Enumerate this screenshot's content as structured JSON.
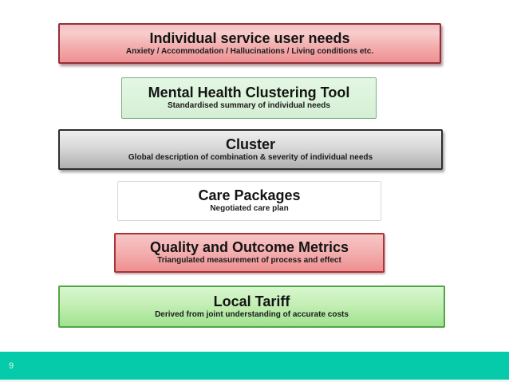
{
  "slide": {
    "boxes": [
      {
        "title": "Individual service user needs",
        "subtitle": "Anxiety / Accommodation / Hallucinations / Living conditions etc."
      },
      {
        "title": "Mental Health Clustering Tool",
        "subtitle": "Standardised summary of individual needs"
      },
      {
        "title": "Cluster",
        "subtitle": "Global description of combination & severity of individual needs"
      },
      {
        "title": "Care Packages",
        "subtitle": "Negotiated care plan"
      },
      {
        "title": "Quality and Outcome Metrics",
        "subtitle": "Triangulated measurement of process and effect"
      },
      {
        "title": "Local Tariff",
        "subtitle": "Derived from joint understanding of accurate costs"
      }
    ],
    "footer": {
      "slide_number": "9"
    },
    "colors": {
      "red_fill_top": "#f8cdcd",
      "red_fill_bottom": "#ee9093",
      "red_border": "#93303a",
      "light_green_fill": "#def4de",
      "light_green_border": "#7fab7f",
      "gray_fill_top": "#efefef",
      "gray_fill_bottom": "#b0b0b0",
      "gray_border": "#2f2f2f",
      "white_fill": "#ffffff",
      "white_border": "#d9d9d9",
      "green_fill_top": "#d8f6cf",
      "green_fill_bottom": "#9fe28f",
      "green_border": "#54a348",
      "footer_bar": "#06cbaa"
    }
  }
}
